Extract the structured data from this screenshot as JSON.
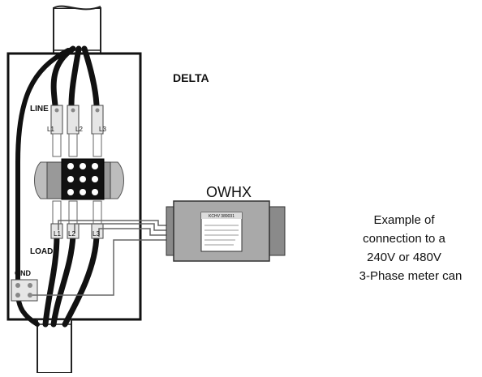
{
  "diagram": {
    "config_label": "DELTA",
    "device_title": "OWHX",
    "line_label": "LINE",
    "load_label": "LOAD",
    "gnd_label": "GND",
    "line_terminals": [
      "L1",
      "L2",
      "L3"
    ],
    "load_terminals": [
      "L1",
      "L2",
      "L3"
    ],
    "device_plate_text": "KCHV 389031",
    "caption_lines": [
      "Example of",
      "connection to a",
      "240V or 480V",
      "3-Phase meter can"
    ]
  }
}
